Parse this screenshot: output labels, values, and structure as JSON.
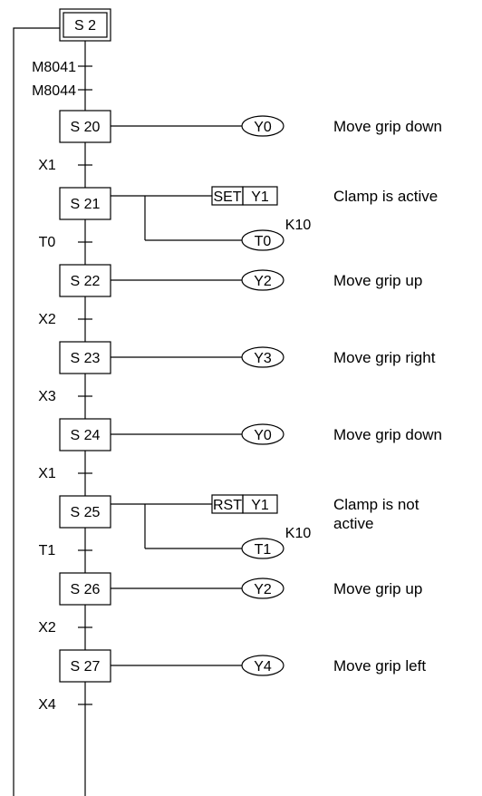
{
  "initial_step": "S 2",
  "initial_conditions": [
    "M8041",
    "M8044"
  ],
  "steps": [
    {
      "name": "S 20",
      "actions": [
        {
          "type": "coil",
          "text": "Y0"
        }
      ],
      "description": [
        "Move grip down"
      ],
      "transition": "X1"
    },
    {
      "name": "S 21",
      "actions": [
        {
          "type": "instr",
          "op": "SET",
          "arg": "Y1"
        },
        {
          "type": "coil",
          "text": "T0",
          "param": "K10"
        }
      ],
      "description": [
        "Clamp is active"
      ],
      "transition": "T0"
    },
    {
      "name": "S 22",
      "actions": [
        {
          "type": "coil",
          "text": "Y2"
        }
      ],
      "description": [
        "Move grip up"
      ],
      "transition": "X2"
    },
    {
      "name": "S 23",
      "actions": [
        {
          "type": "coil",
          "text": "Y3"
        }
      ],
      "description": [
        "Move grip right"
      ],
      "transition": "X3"
    },
    {
      "name": "S 24",
      "actions": [
        {
          "type": "coil",
          "text": "Y0"
        }
      ],
      "description": [
        "Move grip down"
      ],
      "transition": "X1"
    },
    {
      "name": "S 25",
      "actions": [
        {
          "type": "instr",
          "op": "RST",
          "arg": "Y1"
        },
        {
          "type": "coil",
          "text": "T1",
          "param": "K10"
        }
      ],
      "description": [
        "Clamp is not",
        "active"
      ],
      "transition": "T1"
    },
    {
      "name": "S 26",
      "actions": [
        {
          "type": "coil",
          "text": "Y2"
        }
      ],
      "description": [
        "Move grip up"
      ],
      "transition": "X2"
    },
    {
      "name": "S 27",
      "actions": [
        {
          "type": "coil",
          "text": "Y4"
        }
      ],
      "description": [
        "Move grip left"
      ],
      "transition": "X4"
    }
  ]
}
